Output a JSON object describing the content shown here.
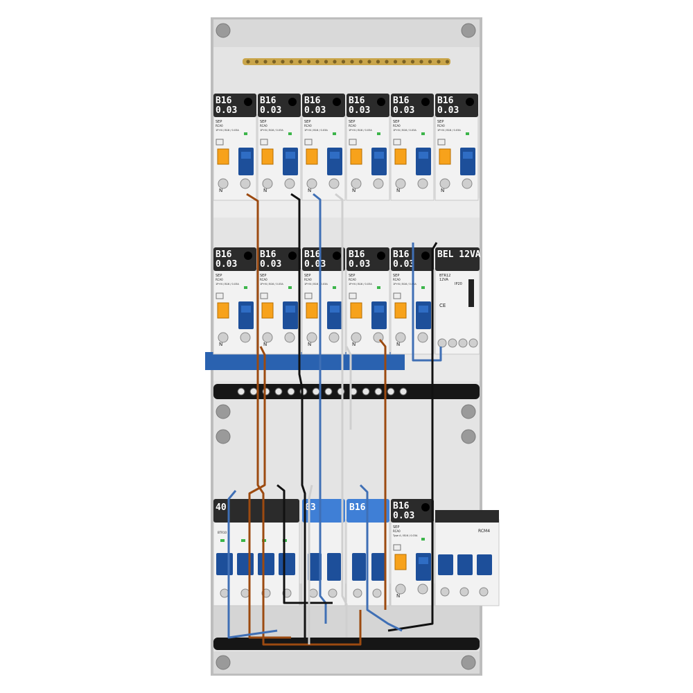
{
  "colors": {
    "frame": "#b9b9b9",
    "panel": "#e6e6e6",
    "device_body": "#f2f2f2",
    "device_cap": "#2b2b2b",
    "toggle_blue": "#1d4f9a",
    "test_orange": "#f7a21b",
    "wire_brown": "#9c4a10",
    "wire_blue": "#3f6fb5",
    "wire_black": "#111111",
    "wire_grey": "#cfcfcf",
    "busbar_blue": "#2a62b0",
    "brass": "#c9a54a"
  },
  "rows": [
    {
      "name": "row-1",
      "devices": [
        {
          "kind": "rcbo",
          "line1": "B16",
          "line2": "0.03",
          "brand": "SEP",
          "model": "RCA0",
          "spec": "1P+N / B16 / 0.03A",
          "n_label": "N"
        },
        {
          "kind": "rcbo",
          "line1": "B16",
          "line2": "0.03",
          "brand": "SEP",
          "model": "RCA0",
          "spec": "1P+N / B16 / 0.03A",
          "n_label": "N"
        },
        {
          "kind": "rcbo",
          "line1": "B16",
          "line2": "0.03",
          "brand": "SEP",
          "model": "RCA0",
          "spec": "1P+N / B16 / 0.03A",
          "n_label": "N"
        },
        {
          "kind": "rcbo",
          "line1": "B16",
          "line2": "0.03",
          "brand": "SEP",
          "model": "RCA0",
          "spec": "1P+N / B16 / 0.03A",
          "n_label": "N"
        },
        {
          "kind": "rcbo",
          "line1": "B16",
          "line2": "0.03",
          "brand": "SEP",
          "model": "RCA0",
          "spec": "1P+N / B16 / 0.03A",
          "n_label": "N"
        },
        {
          "kind": "rcbo",
          "line1": "B16",
          "line2": "0.03",
          "brand": "SEP",
          "model": "RCA0",
          "spec": "1P+N / B16 / 0.03A",
          "n_label": "N"
        }
      ]
    },
    {
      "name": "row-2",
      "devices": [
        {
          "kind": "rcbo",
          "line1": "B16",
          "line2": "0.03",
          "brand": "SEP",
          "model": "RCA0",
          "spec": "1P+N / B16 / 0.03A",
          "n_label": "N"
        },
        {
          "kind": "rcbo",
          "line1": "B16",
          "line2": "0.03",
          "brand": "SEP",
          "model": "RCA0",
          "spec": "1P+N / B16 / 0.03A",
          "n_label": "N"
        },
        {
          "kind": "rcbo",
          "line1": "B16",
          "line2": "0.03",
          "brand": "SEP",
          "model": "RCA0",
          "spec": "1P+N / B16 / 0.03A",
          "n_label": "N"
        },
        {
          "kind": "rcbo",
          "line1": "B16",
          "line2": "0.03",
          "brand": "SEP",
          "model": "RCA0",
          "spec": "1P+N / B16 / 0.03A",
          "n_label": "N"
        },
        {
          "kind": "rcbo",
          "line1": "B16",
          "line2": "0.03",
          "brand": "SEP",
          "model": "RCA0",
          "spec": "1P+N / B16 / 0.03A",
          "n_label": "N"
        },
        {
          "kind": "bell",
          "line1": "BEL 12VA",
          "model": "BTR12",
          "spec": "12VA",
          "ip": "IP20"
        }
      ]
    },
    {
      "name": "row-3",
      "devices": [
        {
          "kind": "main",
          "line1": "40",
          "model": "BTR10"
        },
        {
          "kind": "blue",
          "line1": "03"
        },
        {
          "kind": "blue",
          "line1": "B16"
        },
        {
          "kind": "rcbo",
          "line1": "B16",
          "line2": "0.03",
          "brand": "SEP",
          "model": "RCA0",
          "spec": "Type A / B16 / 0.03A",
          "n_label": "N"
        },
        {
          "kind": "rcm",
          "model": "RCM4"
        }
      ]
    }
  ]
}
